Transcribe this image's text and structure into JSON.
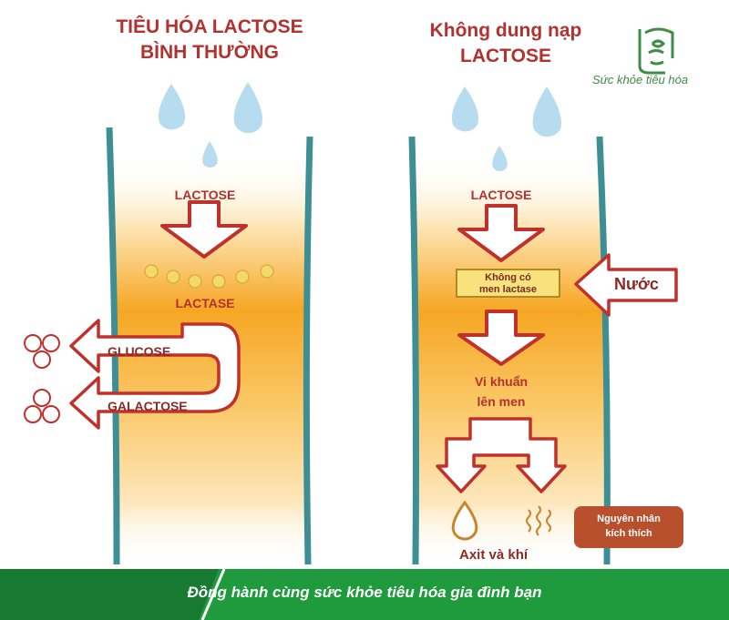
{
  "left_panel": {
    "title_line1": "TIÊU HÓA LACTOSE",
    "title_line2": "BÌNH THƯỜNG",
    "lactose_label": "LACTOSE",
    "lactase_label": "LACTASE",
    "glucose_label": "GLUCOSE",
    "galactose_label": "GALACTOSE"
  },
  "right_panel": {
    "title_line1": "Không dung nạp",
    "title_line2": "LACTOSE",
    "lactose_label": "LACTOSE",
    "no_enzyme_line1": "Không có",
    "no_enzyme_line2": "men lactase",
    "water_label": "Nước",
    "bacteria_line1": "Vi khuẩn",
    "bacteria_line2": "lên men",
    "cause_line1": "Nguyên nhân",
    "cause_line2": "kích thích",
    "result_label": "Axit và khí"
  },
  "brand": {
    "name": "Sức khỏe tiêu hóa"
  },
  "footer": {
    "slogan": "Đồng hành cùng sức khỏe tiêu hóa gia đình bạn"
  },
  "colors": {
    "title_red": "#b2322f",
    "wall_teal": "#3e8f95",
    "band_orange": "#f6a623",
    "green": "#1f9a3d",
    "drop_blue": "#b7dcef"
  }
}
